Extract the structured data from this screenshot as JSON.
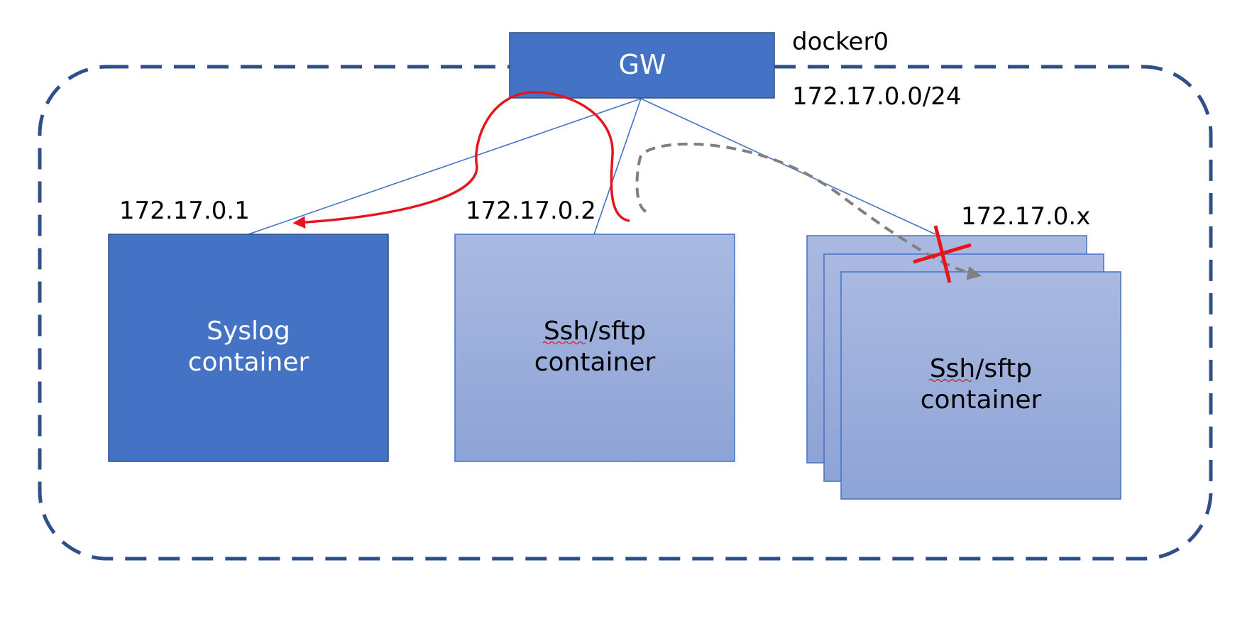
{
  "network": {
    "gateway_label": "GW",
    "bridge_name": "docker0",
    "subnet": "172.17.0.0/24"
  },
  "containers": [
    {
      "ip": "172.17.0.1",
      "line1": "Syslog",
      "line2": "container"
    },
    {
      "ip": "172.17.0.2",
      "line1": "Ssh/sftp",
      "line2": "container"
    },
    {
      "ip": "172.17.0.x",
      "line1": "Ssh/sftp",
      "line2": "container"
    }
  ],
  "colors": {
    "network_border": "#2F4F8A",
    "gateway_fill": "#4472C4",
    "syslog_fill": "#4472C4",
    "ssh_fill_top": "#AAB9E0",
    "ssh_fill_bottom": "#8EA3D6",
    "box_text_light": "#FFFFFF",
    "box_text_dark": "#000000",
    "allowed_path": "#E8141C",
    "blocked_path": "#808080",
    "connector": "#4472C4"
  }
}
